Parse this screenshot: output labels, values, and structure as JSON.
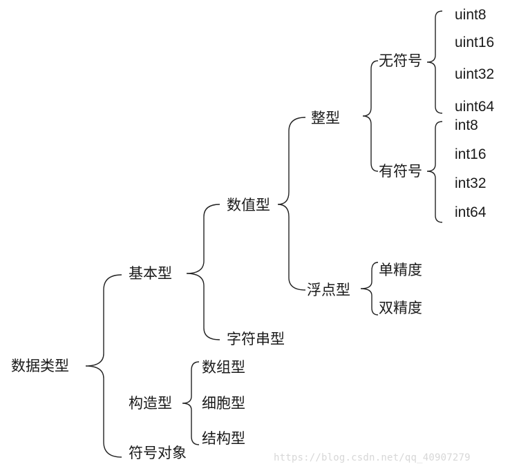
{
  "tree": {
    "root": "数据类型",
    "basic": "基本型",
    "numeric": "数值型",
    "integer": "整型",
    "unsigned": "无符号",
    "signed": "有符号",
    "uint8": "uint8",
    "uint16": "uint16",
    "uint32": "uint32",
    "uint64": "uint64",
    "int8": "int8",
    "int16": "int16",
    "int32": "int32",
    "int64": "int64",
    "float": "浮点型",
    "single": "单精度",
    "double": "双精度",
    "string": "字符串型",
    "constructed": "构造型",
    "array": "数组型",
    "cell": "细胞型",
    "struct": "结构型",
    "symbolic": "符号对象"
  },
  "watermark": "https://blog.csdn.net/qq_40907279"
}
